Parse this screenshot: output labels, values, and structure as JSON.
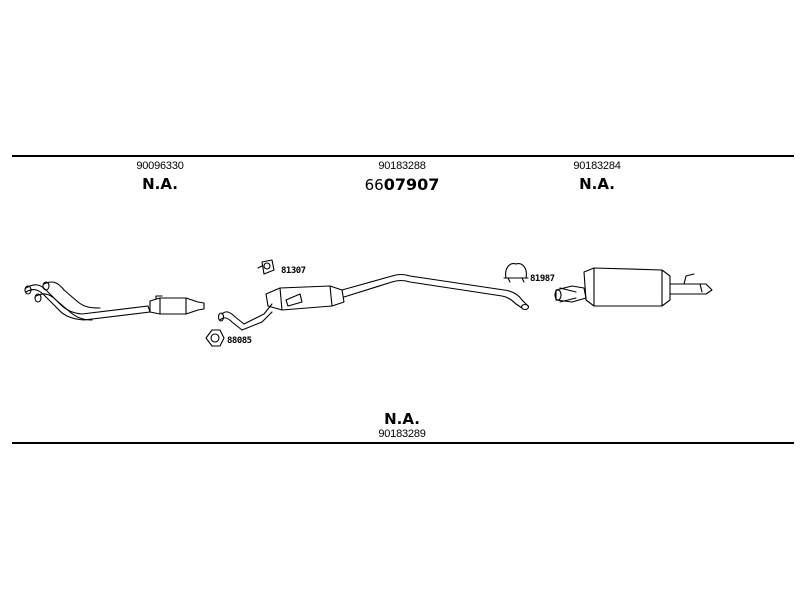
{
  "top_row": {
    "left": {
      "part_number": "90096330",
      "status": "N.A."
    },
    "center": {
      "part_number": "90183288",
      "ref_prefix": "66",
      "ref_main": "07907"
    },
    "right": {
      "part_number": "90183284",
      "status": "N.A."
    }
  },
  "bottom_row": {
    "status": "N.A.",
    "part_number": "90183289"
  },
  "parts": {
    "gasket_left": "88085",
    "hanger_center": "81307",
    "clamp_right": "81987"
  }
}
